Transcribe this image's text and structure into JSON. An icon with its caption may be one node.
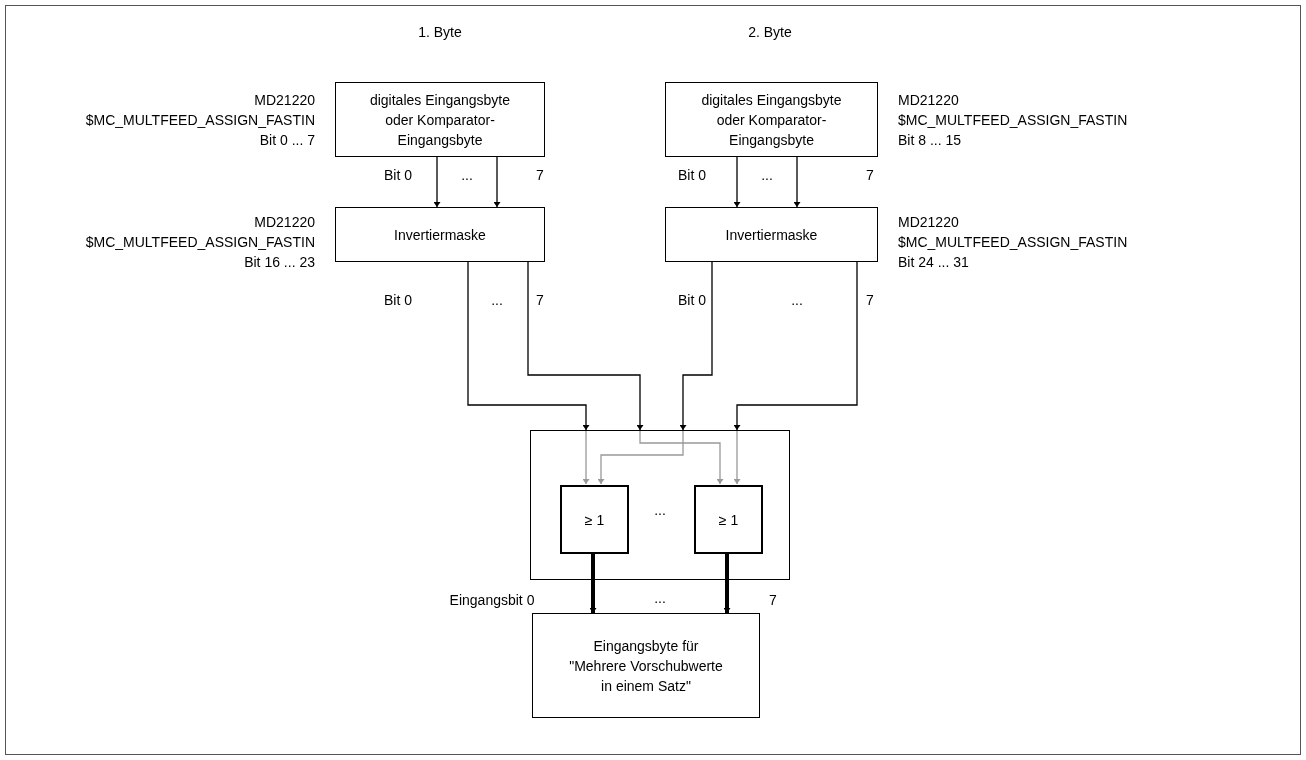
{
  "diagram": {
    "nodes": [
      {
        "text": [
          "digitales Eingangsbyte oder Komparator-Eingangsbyte"
        ],
        "beside": [
          "MD21220 $MC_MULTFEED_ASSIGN_FASTIN Bit 0 ... 7"
        ]
      },
      {
        "text": [
          "digitales Eingangsbyte oder Komparator-Eingangsbyte"
        ],
        "beside": [
          "MD21220 $MC_MULTFEED_ASSIGN_FASTIN Bit 8 ... 15"
        ]
      },
      {
        "text": [
          "Invertiermaske"
        ],
        "beside": [
          "MD21220 $MC_MULTFEED_ASSIGN_FASTIN Bit 16 ... 23"
        ]
      },
      {
        "text": [
          "Invertiermaske"
        ],
        "beside": [
          "MD21220 $MC_MULTFEED_ASSIGN_FASTIN Bit 24 ... 31"
        ]
      },
      {
        "text": [],
        "shape": "box"
      },
      {
        "text": [
          "≥ 1"
        ],
        "in": 4
      },
      {
        "text": [
          "≥ 1"
        ],
        "in": 4
      },
      {
        "text": [
          "Eingangsbyte für \"Mehrere Vorschubwerte in einem Satz\""
        ]
      }
    ],
    "edges": [
      {
        "from": 0,
        "to": 2,
        "arrow": "to"
      },
      {
        "from": 0,
        "to": 2,
        "arrow": "to"
      },
      {
        "from": 1,
        "to": 3,
        "arrow": "to"
      },
      {
        "from": 1,
        "to": 3,
        "arrow": "to"
      },
      {
        "from": 2,
        "to": 4,
        "arrow": "to"
      },
      {
        "from": 2,
        "to": 4,
        "arrow": "to"
      },
      {
        "from": 3,
        "to": 4,
        "arrow": "to"
      },
      {
        "from": 3,
        "to": 4,
        "arrow": "to"
      },
      {
        "from": 4,
        "to": 5,
        "arrow": "to",
        "color": "#999999"
      },
      {
        "from": 4,
        "to": 6,
        "arrow": "to",
        "color": "#999999"
      },
      {
        "from": 4,
        "to": 5,
        "arrow": "to",
        "color": "#999999"
      },
      {
        "from": 4,
        "to": 6,
        "arrow": "to",
        "color": "#999999"
      },
      {
        "from": 5,
        "to": 7,
        "arrow": "to",
        "style": "thick"
      },
      {
        "from": 6,
        "to": 7,
        "arrow": "to",
        "style": "thick"
      }
    ],
    "labels": [
      "1. Byte",
      "2. Byte",
      "Bit 0",
      "...",
      "7",
      "Bit 0",
      "...",
      "7",
      "Bit 0",
      "...",
      "7",
      "Bit 0",
      "...",
      "7",
      "...",
      "Eingangsbit 0",
      "...",
      "7"
    ]
  }
}
